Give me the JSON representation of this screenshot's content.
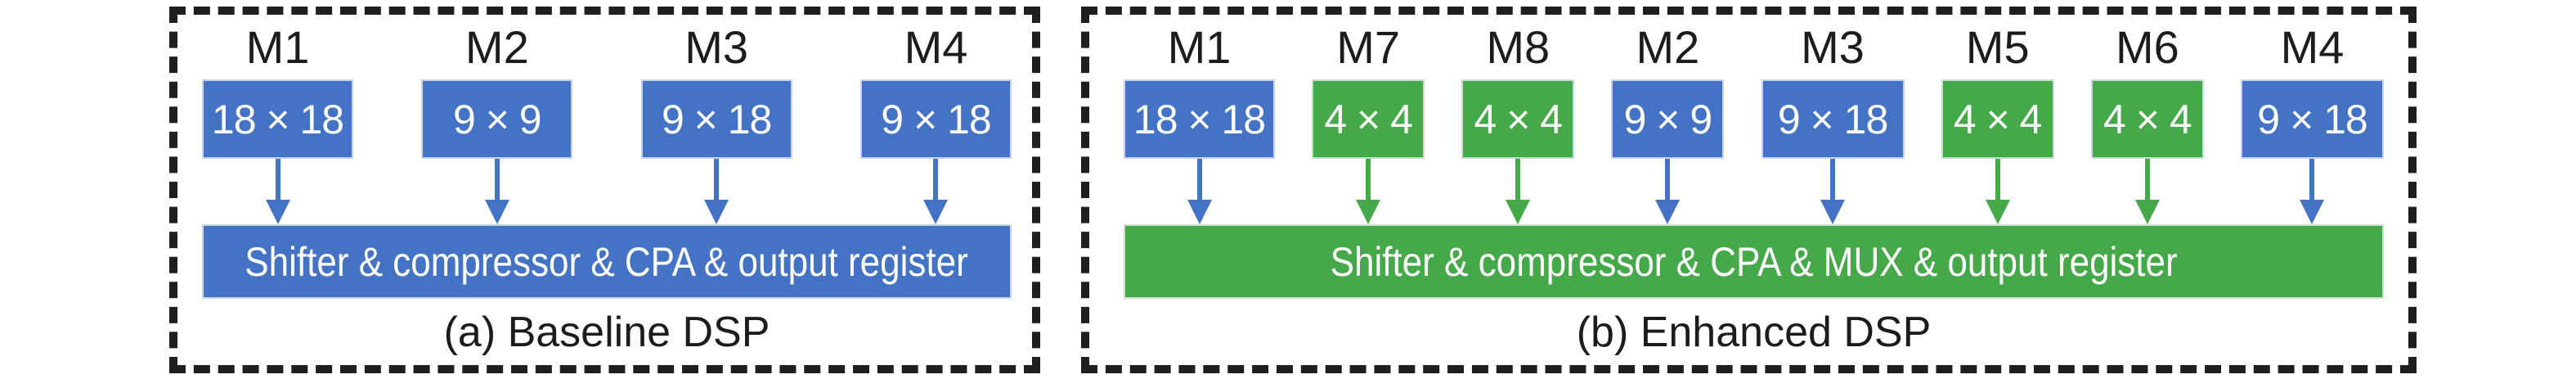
{
  "colors": {
    "blue": "#4472C4",
    "green": "#45A849",
    "border": "#1F1F1F",
    "text": "#1C1C1C",
    "box_text": "#FFFFFF"
  },
  "panels": [
    {
      "caption": "(a) Baseline DSP",
      "bar_label": "Shifter & compressor & CPA & output register",
      "bar_color": "blue",
      "multipliers": [
        {
          "name": "M1",
          "size": "18 × 18",
          "color": "blue"
        },
        {
          "name": "M2",
          "size": "9 × 9",
          "color": "blue"
        },
        {
          "name": "M3",
          "size": "9 × 18",
          "color": "blue"
        },
        {
          "name": "M4",
          "size": "9 × 18",
          "color": "blue"
        }
      ]
    },
    {
      "caption": "(b) Enhanced DSP",
      "bar_label": "Shifter & compressor & CPA & MUX & output register",
      "bar_color": "green",
      "multipliers": [
        {
          "name": "M1",
          "size": "18 × 18",
          "color": "blue"
        },
        {
          "name": "M7",
          "size": "4 × 4",
          "color": "green"
        },
        {
          "name": "M8",
          "size": "4 × 4",
          "color": "green"
        },
        {
          "name": "M2",
          "size": "9 × 9",
          "color": "blue"
        },
        {
          "name": "M3",
          "size": "9 × 18",
          "color": "blue"
        },
        {
          "name": "M5",
          "size": "4 × 4",
          "color": "green"
        },
        {
          "name": "M6",
          "size": "4 × 4",
          "color": "green"
        },
        {
          "name": "M4",
          "size": "9 × 18",
          "color": "blue"
        }
      ]
    }
  ]
}
